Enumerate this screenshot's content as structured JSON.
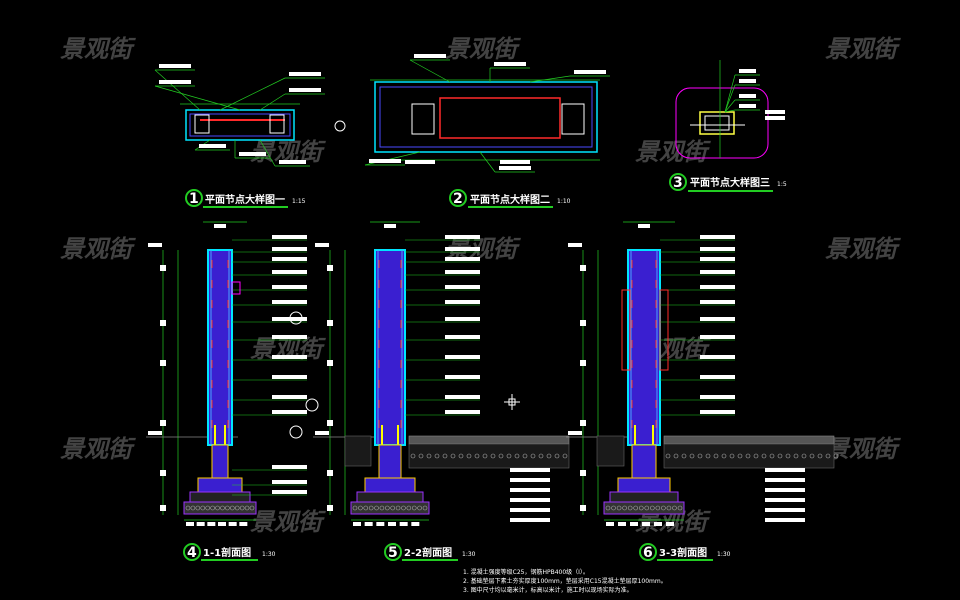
{
  "watermark": "景观街",
  "details": [
    {
      "number": "1",
      "title": "平面节点大样图一",
      "scale": "1:15"
    },
    {
      "number": "2",
      "title": "平面节点大样图二",
      "scale": "1:10"
    },
    {
      "number": "3",
      "title": "平面节点大样图三",
      "scale": "1:5"
    },
    {
      "number": "4",
      "title": "1-1剖面图",
      "scale": "1:30"
    },
    {
      "number": "5",
      "title": "2-2剖面图",
      "scale": "1:30"
    },
    {
      "number": "6",
      "title": "3-3剖面图",
      "scale": "1:30"
    }
  ],
  "notes": [
    "1. 混凝土强度等级C25，钢筋HPB400级（Ⅰ）。",
    "2. 基础垫层下素土夯实厚度100mm，垫层采用C15混凝土垫层厚100mm。",
    "3. 图中尺寸均以毫米计，标高以米计，施工时以现场实际为准。"
  ],
  "colors": {
    "background": "#000000",
    "dimension": "#22cc22",
    "rebar": "#ff2a2a",
    "wall": "#00e5ff",
    "concrete": "#3a1fd0",
    "footing": "#9b30ff",
    "highlight": "#ff00ff"
  }
}
